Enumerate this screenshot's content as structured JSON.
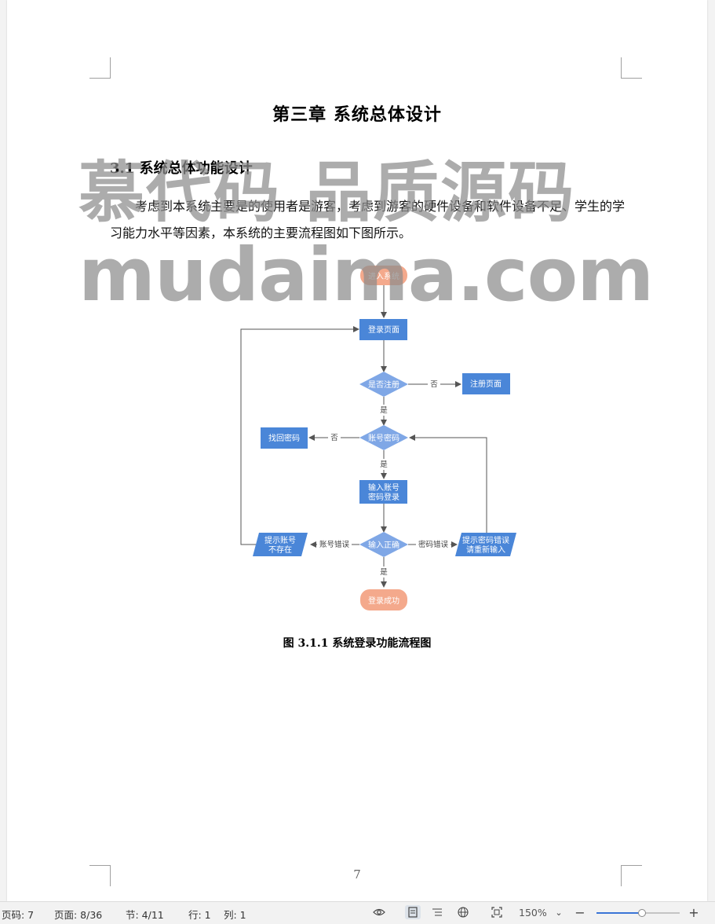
{
  "document": {
    "chapter_title": "第三章  系统总体设计",
    "section_title": "3.1  系统总体功能设计",
    "paragraph": "考虑到本系统主要是的使用者是游客，考虑到游客的硬件设备和软件设备不足、学生的学习能力水平等因素，本系统的主要流程图如下图所示。",
    "figure_caption": "图 3.1.1 系统登录功能流程图",
    "page_number": "7"
  },
  "watermark": {
    "line1": "慕代码 品质源码",
    "line2": "mudaima.com"
  },
  "flowchart": {
    "nodes": {
      "start": "进入系统",
      "login_page": "登录页面",
      "is_registered": "是否注册",
      "register_page": "注册页面",
      "account_password": "账号密码",
      "find_password": "找回密码",
      "input_account_1": "输入账号",
      "input_account_2": "密码登录",
      "input_correct": "输入正确",
      "hint_account_1": "提示账号",
      "hint_account_2": "不存在",
      "hint_password_1": "提示密码错误",
      "hint_password_2": "请重新输入",
      "success": "登录成功"
    },
    "edges": {
      "no_register": "否",
      "yes_register": "是",
      "no_account": "否",
      "yes_account": "是",
      "account_error": "账号错误",
      "password_error": "密码错误",
      "yes_success": "是"
    },
    "colors": {
      "box": "#4a86d8",
      "decision": "#7fa7e6",
      "terminal": "#f4a98c",
      "line": "#555555"
    }
  },
  "statusbar": {
    "page_code": "页码: 7",
    "pages": "页面: 8/36",
    "section": "节: 4/11",
    "row": "行: 1",
    "col": "列: 1",
    "zoom": "150%",
    "zoom_level": 0.55,
    "icons": [
      "eye-icon",
      "page-view-icon",
      "outline-icon",
      "web-view-icon",
      "fit-screen-icon"
    ]
  }
}
